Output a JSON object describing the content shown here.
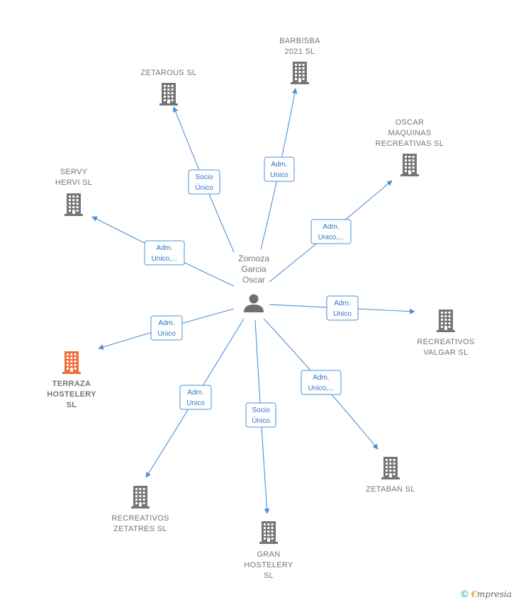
{
  "center": {
    "label_lines": [
      "Zornoza",
      "Garcia",
      "Oscar"
    ],
    "icon": "person-icon"
  },
  "colors": {
    "edge": "#4a90d9",
    "company": "#757575",
    "focus_company": "#f26b3a"
  },
  "companies": [
    {
      "id": "barbisba",
      "label_lines": [
        "BARBISBA",
        "2021  SL"
      ],
      "relation_lines": [
        "Adm.",
        "Unico"
      ],
      "focus": false
    },
    {
      "id": "zetarous",
      "label_lines": [
        "ZETAROUS  SL"
      ],
      "relation_lines": [
        "Socio",
        "Único"
      ],
      "focus": false
    },
    {
      "id": "oscar-maquinas",
      "label_lines": [
        "OSCAR",
        "MAQUINAS",
        "RECREATIVAS SL"
      ],
      "relation_lines": [
        "Adm.",
        "Unico,..."
      ],
      "focus": false
    },
    {
      "id": "servy-hervi",
      "label_lines": [
        "SERVY",
        "HERVI  SL"
      ],
      "relation_lines": [
        "Adm.",
        "Unico,..."
      ],
      "focus": false
    },
    {
      "id": "recreativos-valgar",
      "label_lines": [
        "RECREATIVOS",
        "VALGAR SL"
      ],
      "relation_lines": [
        "Adm.",
        "Unico"
      ],
      "focus": false
    },
    {
      "id": "terraza-hostelery",
      "label_lines": [
        "TERRAZA",
        "HOSTELERY",
        "SL"
      ],
      "relation_lines": [
        "Adm.",
        "Unico"
      ],
      "focus": true
    },
    {
      "id": "zetaban",
      "label_lines": [
        "ZETABAN  SL"
      ],
      "relation_lines": [
        "Adm.",
        "Unico,..."
      ],
      "focus": false
    },
    {
      "id": "recreativos-zetatres",
      "label_lines": [
        "RECREATIVOS",
        "ZETATRES  SL"
      ],
      "relation_lines": [
        "Adm.",
        "Unico"
      ],
      "focus": false
    },
    {
      "id": "gran-hostelery",
      "label_lines": [
        "GRAN",
        "HOSTELERY",
        "SL"
      ],
      "relation_lines": [
        "Socio",
        "Único"
      ],
      "focus": false
    }
  ],
  "footer": {
    "copyright": "©",
    "brand_initial": "€",
    "brand_rest": "mpresia"
  }
}
